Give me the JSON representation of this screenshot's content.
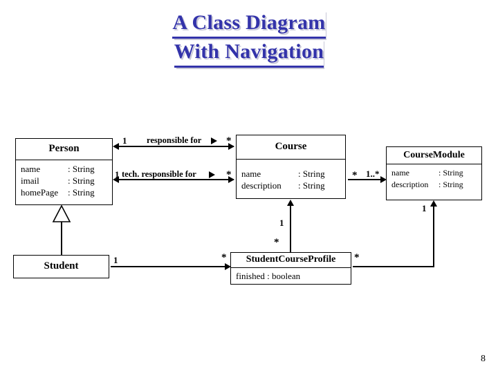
{
  "slide": {
    "title_line1": "A Class Diagram",
    "title_line2": "With Navigation",
    "title_color": "#3333aa",
    "page_number": "8",
    "background": "#ffffff"
  },
  "classes": {
    "person": {
      "name": "Person",
      "attributes": [
        {
          "name": "name",
          "type": ": String"
        },
        {
          "name": "imail",
          "type": ": String"
        },
        {
          "name": "homePage",
          "type": ": String"
        }
      ]
    },
    "course": {
      "name": "Course",
      "attributes": [
        {
          "name": "name",
          "type": ": String"
        },
        {
          "name": "description",
          "type": ": String"
        }
      ]
    },
    "course_module": {
      "name": "CourseModule",
      "attributes": [
        {
          "name": "name",
          "type": ": String"
        },
        {
          "name": "description",
          "type": ": String"
        }
      ]
    },
    "student": {
      "name": "Student",
      "attributes": []
    },
    "student_course_profile": {
      "name": "StudentCourseProfile",
      "attributes": [
        {
          "name": "finished : boolean",
          "type": ""
        }
      ]
    }
  },
  "associations": {
    "person_course_responsible": {
      "label": "responsible for",
      "navigation_glyph": "▶",
      "source_multiplicity": "1",
      "target_multiplicity": "*"
    },
    "person_course_tech_responsible": {
      "label": "tech. responsible for",
      "navigation_glyph": "▶",
      "source_multiplicity": "1",
      "target_multiplicity": "*"
    },
    "course_coursemodule": {
      "label": "",
      "source_multiplicity": "*",
      "target_multiplicity": "1..*"
    },
    "course_scp": {
      "label": "",
      "source_multiplicity": "1",
      "target_multiplicity": "*"
    },
    "student_scp": {
      "label": "",
      "source_multiplicity": "1",
      "target_multiplicity": "*"
    },
    "scp_coursemodule": {
      "label": "",
      "source_multiplicity": "*",
      "target_multiplicity": "1"
    },
    "person_student_generalization": {
      "kind": "generalization",
      "from": "Student",
      "to": "Person"
    }
  }
}
